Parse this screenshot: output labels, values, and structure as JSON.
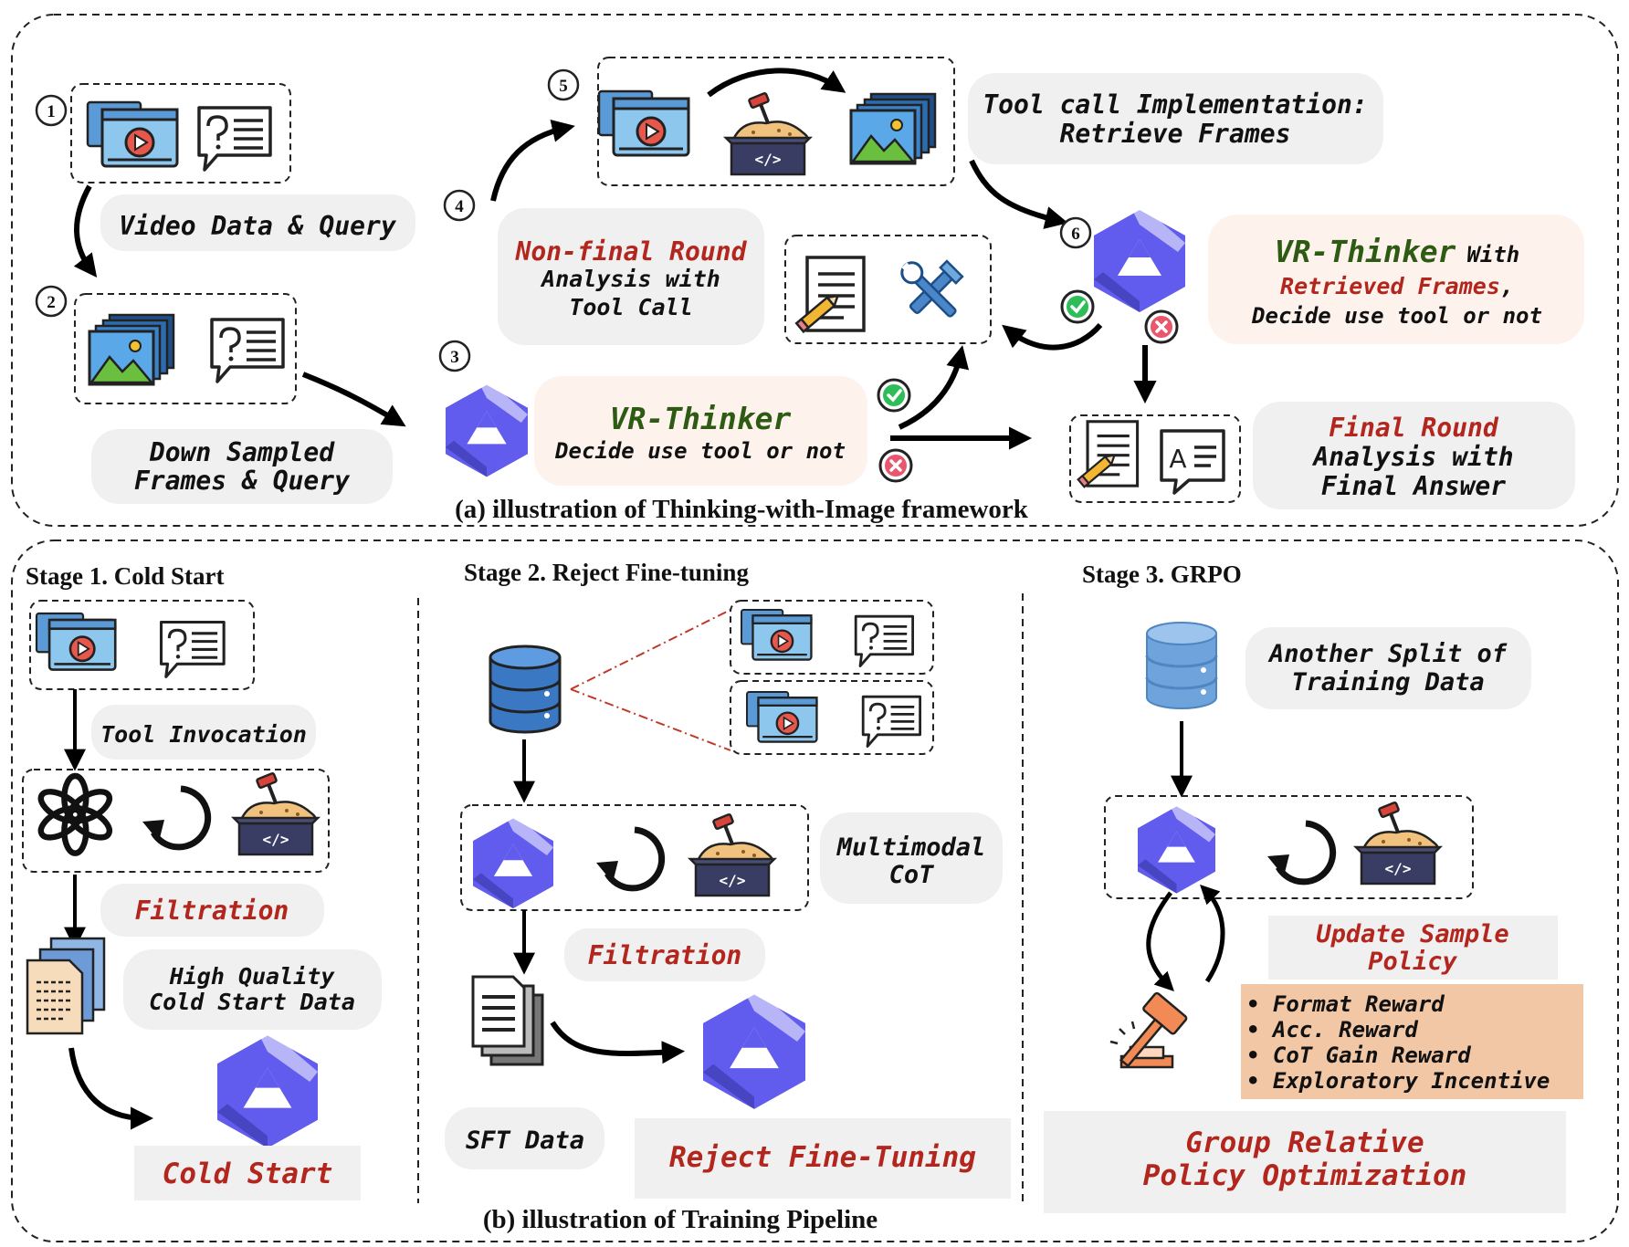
{
  "colors": {
    "dark_red": "#b3261e",
    "dark_green": "#2e5b13",
    "label_gray": "#f0f0f0",
    "label_peach": "#fdf3ec",
    "reward_box": "#f2c7a5",
    "qwen_purple": "#615ced",
    "check_green": "#2ebd59",
    "cross_pink": "#e8576d"
  },
  "icons": {
    "video": "video-icon",
    "query": "query-speech-bubble-icon",
    "frames": "image-frames-icon",
    "sandbox": "code-sandbox-icon",
    "model": "qwen-logo-icon",
    "document": "document-pencil-icon",
    "tools": "wrench-screwdriver-icon",
    "answer": "answer-bubble-icon",
    "openai": "openai-logo-icon",
    "loop": "loop-arrow-icon",
    "database": "database-icon",
    "files": "files-icon",
    "gavel": "gavel-icon",
    "check": "check-icon",
    "cross": "cross-icon"
  },
  "framework": {
    "caption": "(a) illustration of Thinking-with-Image framework",
    "steps": [
      "1",
      "2",
      "3",
      "4",
      "5",
      "6"
    ],
    "video_data_query": "Video Data & Query",
    "down_sampled": [
      "Down Sampled",
      "Frames & Query"
    ],
    "vr_thinker": "VR-Thinker",
    "decide_tool": "Decide use tool or not",
    "nonfinal_round": "Non-final Round",
    "nonfinal_rest": [
      "Analysis with",
      "Tool Call"
    ],
    "tool_call_impl": [
      "Tool call Implementation:",
      "Retrieve Frames"
    ],
    "vr_thinker_with": "With",
    "retrieved_frames": "Retrieved Frames",
    "retrieved_comma": ",",
    "decide_tool_6": "Decide use tool or not",
    "final_round": "Final Round",
    "final_rest": [
      "Analysis with",
      "Final Answer"
    ]
  },
  "pipeline": {
    "caption": "(b) illustration of Training Pipeline",
    "stage1": {
      "title": "Stage 1. Cold Start",
      "tool_invocation": "Tool Invocation",
      "filtration": "Filtration",
      "high_quality": [
        "High Quality",
        "Cold Start Data"
      ],
      "result": "Cold Start"
    },
    "stage2": {
      "title": "Stage 2. Reject Fine-tuning",
      "multimodal": [
        "Multimodal",
        "CoT"
      ],
      "filtration": "Filtration",
      "sft_data": "SFT Data",
      "result": "Reject Fine-Tuning"
    },
    "stage3": {
      "title": "Stage 3. GRPO",
      "another_split": [
        "Another Split of",
        "Training Data"
      ],
      "update_policy": [
        "Update Sample",
        "Policy"
      ],
      "rewards": [
        "• Format Reward",
        "• Acc. Reward",
        "• CoT Gain Reward",
        "• Exploratory Incentive"
      ],
      "result": [
        "Group Relative",
        "Policy Optimization"
      ]
    }
  }
}
